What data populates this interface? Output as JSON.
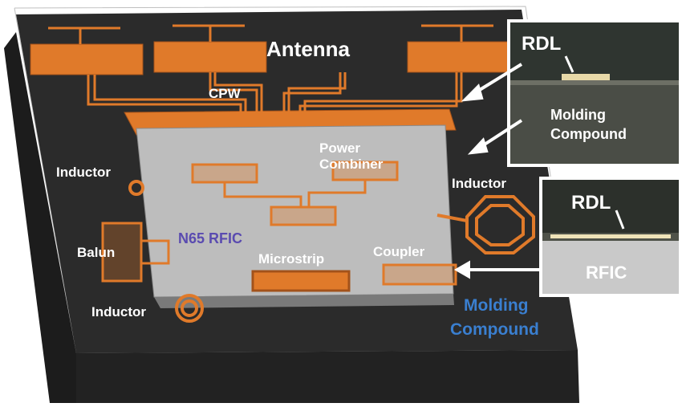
{
  "labels": {
    "antenna": "Antenna",
    "cpw": "CPW",
    "power_combiner_line1": "Power",
    "power_combiner_line2": "Combiner",
    "inductor_left": "Inductor",
    "inductor_right": "Inductor",
    "inductor_bottom": "Inductor",
    "balun": "Balun",
    "n65_rfic": "N65 RFIC",
    "microstrip": "Microstrip",
    "coupler": "Coupler",
    "molding_line1": "Molding",
    "molding_line2": "Compound"
  },
  "inset_top": {
    "rdl": "RDL",
    "molding_line1": "Molding",
    "molding_line2": "Compound"
  },
  "inset_bottom": {
    "rdl": "RDL",
    "rfic": "RFIC"
  },
  "colors": {
    "package": "#2b2b2b",
    "package_side": "#1c1c1c",
    "die": "#bdbdbd",
    "metal": "#e07a2a",
    "metal_dark": "#a3521a",
    "rfic_label": "#5a4bb0",
    "molding_label": "#3a7fd0"
  }
}
